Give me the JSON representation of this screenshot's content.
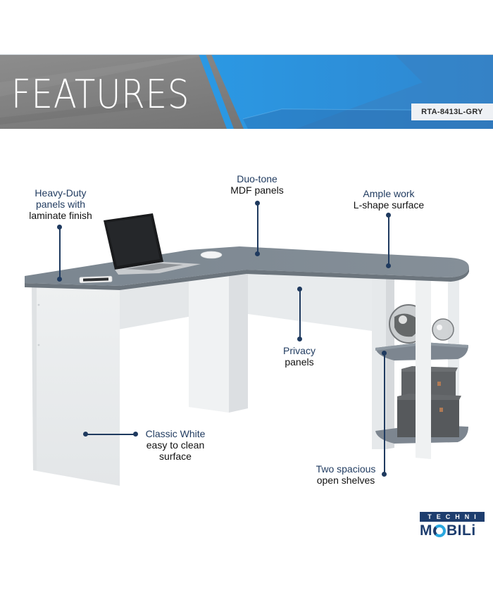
{
  "banner": {
    "title": "FEATURES",
    "model_number": "RTA-8413L-GRY",
    "colors": {
      "gray": "#7a7a7a",
      "blue": "#2b93de",
      "badge_bg": "#eef1f5"
    }
  },
  "callouts": [
    {
      "id": "heavy-duty",
      "highlight": "Heavy-Duty",
      "highlight2": "panels with",
      "text": "laminate finish"
    },
    {
      "id": "duo-tone",
      "highlight": "Duo-tone",
      "text": "MDF panels"
    },
    {
      "id": "ample-work",
      "highlight": "Ample work",
      "text": "L-shape surface"
    },
    {
      "id": "privacy",
      "highlight": "Privacy",
      "text": "panels"
    },
    {
      "id": "classic-white",
      "highlight": "Classic White",
      "text": "easy to clean",
      "text2": "surface"
    },
    {
      "id": "two-shelves",
      "highlight": "Two spacious",
      "text": "open shelves"
    }
  ],
  "logo": {
    "top": "TECHNI",
    "bottom_left": "M",
    "bottom_right": "BILi"
  },
  "colors": {
    "accent_navy": "#1f3a5f",
    "desk_top_gray": "#7d8790",
    "desk_white": "#eceeef"
  }
}
